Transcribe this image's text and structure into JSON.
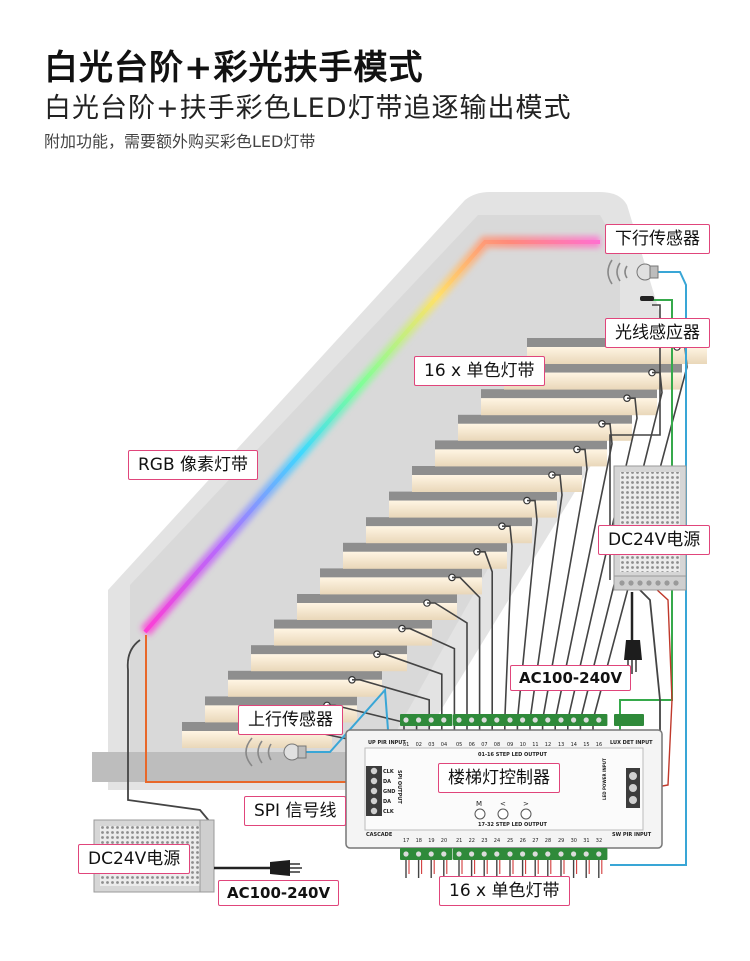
{
  "header": {
    "title": "白光台阶+彩光扶手模式",
    "subtitle": "白光台阶+扶手彩色LED灯带追逐输出模式",
    "note": "附加功能，需要额外购买彩色LED灯带"
  },
  "labels": {
    "down_sensor": "下行传感器",
    "light_sensor": "光线感应器",
    "strip_top": "16 x 单色灯带",
    "rgb_strip": "RGB 像素灯带",
    "psu_right": "DC24V电源",
    "ac_right": "AC100-240V",
    "up_sensor": "上行传感器",
    "controller": "楼梯灯控制器",
    "spi": "SPI 信号线",
    "psu_left": "DC24V电源",
    "ac_left": "AC100-240V",
    "strip_bottom": "16 x 单色灯带"
  },
  "controller": {
    "up_pir": "UP PIR INPUT",
    "lux_det": "LUX DET INPUT",
    "sw_pir": "SW PIR INPUT",
    "cascade": "CASCADE",
    "top_output": "01-16 STEP LED OUTPUT",
    "bottom_output": "17-32 STEP LED OUTPUT",
    "spi_output": "SPI OUTPUT",
    "power_in": "LED POWER INPUT",
    "spi_pins": [
      "CLK",
      "DA",
      "GND",
      "DA",
      "CLK"
    ],
    "buttons": [
      "M",
      "<",
      ">"
    ],
    "top_channels": [
      "01",
      "02",
      "03",
      "04",
      "05",
      "06",
      "07",
      "08",
      "09",
      "10",
      "11",
      "12",
      "13",
      "14",
      "15",
      "16"
    ],
    "bottom_channels": [
      "17",
      "18",
      "19",
      "20",
      "21",
      "22",
      "23",
      "24",
      "25",
      "26",
      "27",
      "28",
      "29",
      "30",
      "31",
      "32"
    ]
  },
  "colors": {
    "accent": "#e0457b",
    "wall": "#d4d4d4",
    "step_light": "#f1e4cf",
    "wire_dark": "#444444",
    "wire_blue": "#39a6d6",
    "wire_green": "#36a94b",
    "wire_orange": "#e8682a"
  }
}
